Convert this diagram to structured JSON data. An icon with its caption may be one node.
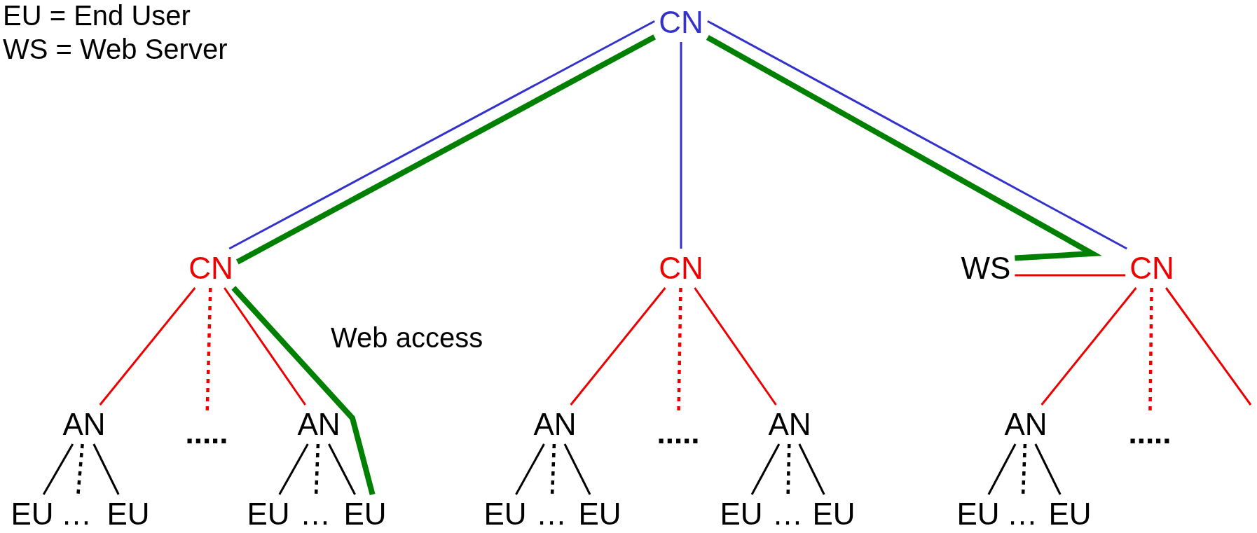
{
  "diagram": {
    "nodes": [
      {
        "text": [
          "CN"
        ]
      },
      {
        "text": [
          "CN"
        ]
      },
      {
        "text": [
          "CN"
        ]
      },
      {
        "text": [
          "WS"
        ]
      },
      {
        "text": [
          "CN"
        ]
      },
      {
        "text": [
          "AN"
        ]
      },
      {
        "text": [
          "....."
        ]
      },
      {
        "text": [
          "AN"
        ]
      },
      {
        "text": [
          "AN"
        ]
      },
      {
        "text": [
          "....."
        ]
      },
      {
        "text": [
          "AN"
        ]
      },
      {
        "text": [
          "AN"
        ]
      },
      {
        "text": [
          "....."
        ]
      },
      {
        "text": [
          "EU"
        ]
      },
      {
        "text": [
          "…"
        ]
      },
      {
        "text": [
          "EU"
        ]
      },
      {
        "text": [
          "EU"
        ]
      },
      {
        "text": [
          "…"
        ]
      },
      {
        "text": [
          "EU"
        ]
      },
      {
        "text": [
          "EU"
        ]
      },
      {
        "text": [
          "…"
        ]
      },
      {
        "text": [
          "EU"
        ]
      },
      {
        "text": [
          "EU"
        ]
      },
      {
        "text": [
          "…"
        ]
      },
      {
        "text": [
          "EU"
        ]
      },
      {
        "text": [
          "EU"
        ]
      },
      {
        "text": [
          "…"
        ]
      },
      {
        "text": [
          "EU"
        ]
      }
    ],
    "edges": [
      {
        "from": 0,
        "to": 1,
        "arrow": "none",
        "color": "#3333cc"
      },
      {
        "from": 0,
        "to": 2,
        "arrow": "none",
        "color": "#3333cc"
      },
      {
        "from": 0,
        "to": 4,
        "arrow": "none",
        "color": "#3333cc"
      },
      {
        "from": 0,
        "to": 1,
        "arrow": "none",
        "style": "thick",
        "color": "#008000"
      },
      {
        "from": 0,
        "to": 3,
        "arrow": "none",
        "style": "thick",
        "color": "#008000"
      },
      {
        "from": 1,
        "to": 18,
        "arrow": "none",
        "style": "thick",
        "color": "#008000"
      },
      {
        "from": 3,
        "to": 4,
        "arrow": "none",
        "color": "#ee0000"
      },
      {
        "from": 1,
        "to": 5,
        "arrow": "none",
        "color": "#ee0000"
      },
      {
        "from": 1,
        "to": 6,
        "arrow": "none",
        "style": "dashed",
        "color": "#ee0000"
      },
      {
        "from": 1,
        "to": 7,
        "arrow": "none",
        "color": "#ee0000"
      },
      {
        "from": 2,
        "to": 8,
        "arrow": "none",
        "color": "#ee0000"
      },
      {
        "from": 2,
        "to": 9,
        "arrow": "none",
        "style": "dashed",
        "color": "#ee0000"
      },
      {
        "from": 2,
        "to": 10,
        "arrow": "none",
        "color": "#ee0000"
      },
      {
        "from": 4,
        "to": 11,
        "arrow": "none",
        "color": "#ee0000"
      },
      {
        "from": 4,
        "to": 12,
        "arrow": "none",
        "style": "dashed",
        "color": "#ee0000"
      },
      {
        "from": 4,
        "to": null,
        "arrow": "none",
        "color": "#ee0000"
      },
      {
        "from": 5,
        "to": 13,
        "arrow": "none",
        "color": "#000000"
      },
      {
        "from": 5,
        "to": 14,
        "arrow": "none",
        "style": "dashed",
        "color": "#000000"
      },
      {
        "from": 5,
        "to": 15,
        "arrow": "none",
        "color": "#000000"
      },
      {
        "from": 7,
        "to": 16,
        "arrow": "none",
        "color": "#000000"
      },
      {
        "from": 7,
        "to": 17,
        "arrow": "none",
        "style": "dashed",
        "color": "#000000"
      },
      {
        "from": 7,
        "to": 18,
        "arrow": "none",
        "color": "#000000"
      },
      {
        "from": 8,
        "to": 19,
        "arrow": "none",
        "color": "#000000"
      },
      {
        "from": 8,
        "to": 20,
        "arrow": "none",
        "style": "dashed",
        "color": "#000000"
      },
      {
        "from": 8,
        "to": 21,
        "arrow": "none",
        "color": "#000000"
      },
      {
        "from": 10,
        "to": 22,
        "arrow": "none",
        "color": "#000000"
      },
      {
        "from": 10,
        "to": 23,
        "arrow": "none",
        "style": "dashed",
        "color": "#000000"
      },
      {
        "from": 10,
        "to": 24,
        "arrow": "none",
        "color": "#000000"
      },
      {
        "from": 11,
        "to": 25,
        "arrow": "none",
        "color": "#000000"
      },
      {
        "from": 11,
        "to": 26,
        "arrow": "none",
        "style": "dashed",
        "color": "#000000"
      },
      {
        "from": 11,
        "to": 27,
        "arrow": "none",
        "color": "#000000"
      }
    ],
    "labels": [
      "EU = End User",
      "WS = Web Server",
      "Web access"
    ]
  }
}
